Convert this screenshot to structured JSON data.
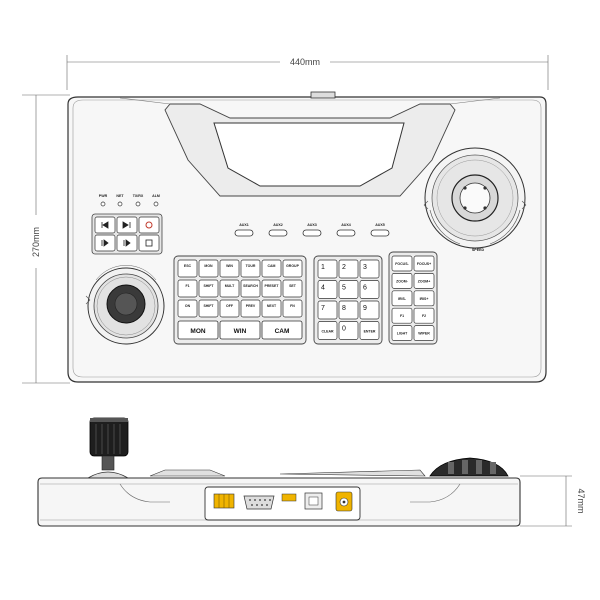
{
  "dimensions": {
    "width": "440mm",
    "height": "270mm",
    "depth": "47mm"
  },
  "leds": [
    "PWR",
    "NET",
    "TX/RX",
    "ALM"
  ],
  "aux_buttons": [
    "AUX1",
    "AUX2",
    "AUX3",
    "AUX4",
    "AUX5"
  ],
  "left_keys": [
    [
      "ESC",
      "MON",
      "WIN",
      "TOUR",
      "CAM",
      "GROUP"
    ],
    [
      "F1",
      "SHIFT",
      "MULT",
      "SEARCH",
      "PRESET",
      "SET"
    ],
    [
      "ON",
      "SHIFT",
      "OFF",
      "PREV",
      "NEXT",
      "FN"
    ]
  ],
  "bottom_keys": [
    "MON",
    "WIN",
    "CAM"
  ],
  "numpad": [
    [
      "1",
      "2",
      "3"
    ],
    [
      "4",
      "5",
      "6"
    ],
    [
      "7",
      "8",
      "9"
    ],
    [
      "CLEAR",
      "0",
      "ENTER"
    ]
  ],
  "right_keys": [
    [
      "FOCUS-",
      "FOCUS+"
    ],
    [
      "ZOOM-",
      "ZOOM+"
    ],
    [
      "IRIS-",
      "IRIS+"
    ],
    [
      "F1",
      "F2"
    ],
    [
      "LIGHT",
      "WIPER"
    ]
  ],
  "speed_label": "SPEED"
}
